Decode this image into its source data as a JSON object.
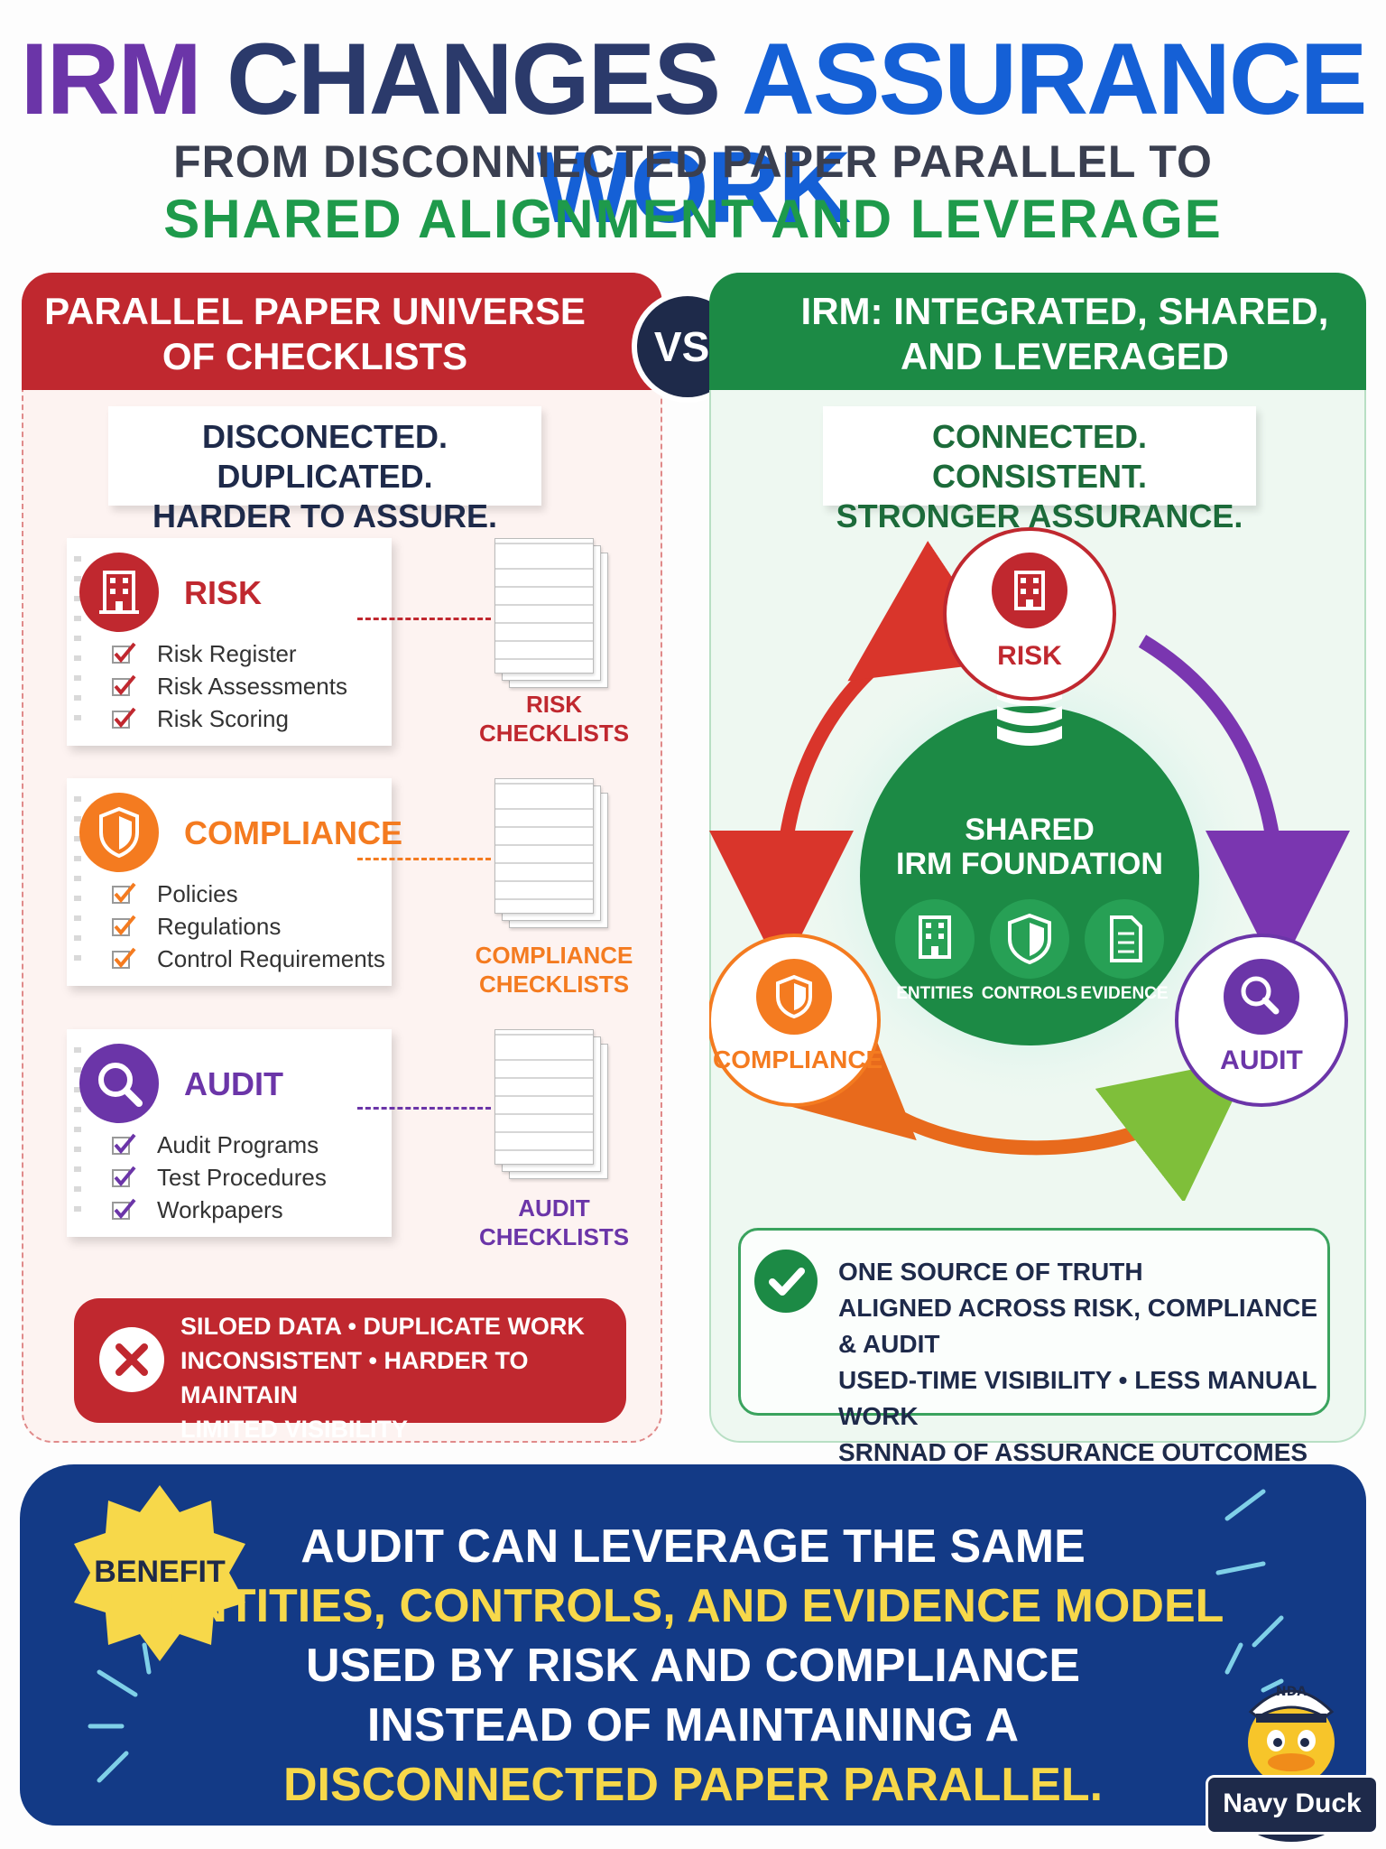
{
  "header": {
    "title_part1": "IRM",
    "title_part2": "CHANGES",
    "title_part3": "ASSURANCE WORK",
    "subtitle_line1": "FROM DISCONNIECTED PAPER PARALLEL TO",
    "subtitle_line2": "SHARED ALIGNMENT AND LEVERAGE"
  },
  "colors": {
    "title_purple": "#6b35a8",
    "title_navy": "#2b3a6b",
    "title_blue": "#1560d6",
    "red": "#c0282f",
    "orange": "#f47b20",
    "purple": "#6b35a8",
    "green": "#1c8a45",
    "navy": "#133a86",
    "yellow": "#f7d84a"
  },
  "left_panel": {
    "header_line1": "PARALLEL PAPER UNIVERSE",
    "header_line2": "OF CHECKLISTS",
    "tag_line1": "DISCONECTED. DUPLICATED.",
    "tag_line2": "HARDER TO ASSURE.",
    "cards": [
      {
        "title": "RISK",
        "icon": "building-icon",
        "items": [
          "Risk Register",
          "Risk Assessments",
          "Risk Scoring"
        ],
        "stack_line1": "RISK",
        "stack_line2": "CHECKLISTS"
      },
      {
        "title": "COMPLIANCE",
        "icon": "shield-icon",
        "items": [
          "Policies",
          "Regulations",
          "Control Requirements"
        ],
        "stack_line1": "COMPLIANCE",
        "stack_line2": "CHECKLISTS"
      },
      {
        "title": "AUDIT",
        "icon": "magnifier-icon",
        "items": [
          "Audit Programs",
          "Test Procedures",
          "Workpapers"
        ],
        "stack_line1": "AUDIT",
        "stack_line2": "CHECKLISTS"
      }
    ],
    "siloed_line1": "SILOED DATA • DUPLICATE WORK",
    "siloed_line2": "INCONSISTENT • HARDER TO MAINTAIN",
    "siloed_line3": "LIMITED VISIBILITY"
  },
  "vs_label": "VS.",
  "right_panel": {
    "header_line1": "IRM: INTEGRATED, SHARED,",
    "header_line2": "AND LEVERAGED",
    "tag_line1": "CONNECTED. CONSISTENT.",
    "tag_line2": "STRONGER ASSURANCE.",
    "diagram": {
      "node_risk": "RISK",
      "node_compliance": "COMPLIANCE",
      "node_audit": "AUDIT",
      "center_line1": "SHARED",
      "center_line2": "IRM FOUNDATION",
      "center_items": [
        "ENTITIES",
        "CONTROLS",
        "EVIDENCE"
      ]
    },
    "truth_lines": [
      "ONE SOURCE OF TRUTH",
      "ALIGNED ACROSS RISK, COMPLIANCE & AUDIT",
      "USED-TIME VISIBILITY • LESS MANUAL WORK",
      "SRNNAD OF ASSURANCE OUTCOMES"
    ]
  },
  "banner": {
    "badge": "BENEFIT",
    "line1": "AUDIT CAN LEVERAGE THE SAME",
    "line2": "ENTITIES, CONTROLS, AND EVIDENCE MODEL",
    "line3": "USED BY RISK AND COMPLIANCE",
    "line4": "INSTEAD OF MAINTAINING A",
    "line5": "DISCONNECTED PAPER PARALLEL.",
    "mascot_label": "Navy Duck",
    "mascot_hat_text": "NDA"
  }
}
